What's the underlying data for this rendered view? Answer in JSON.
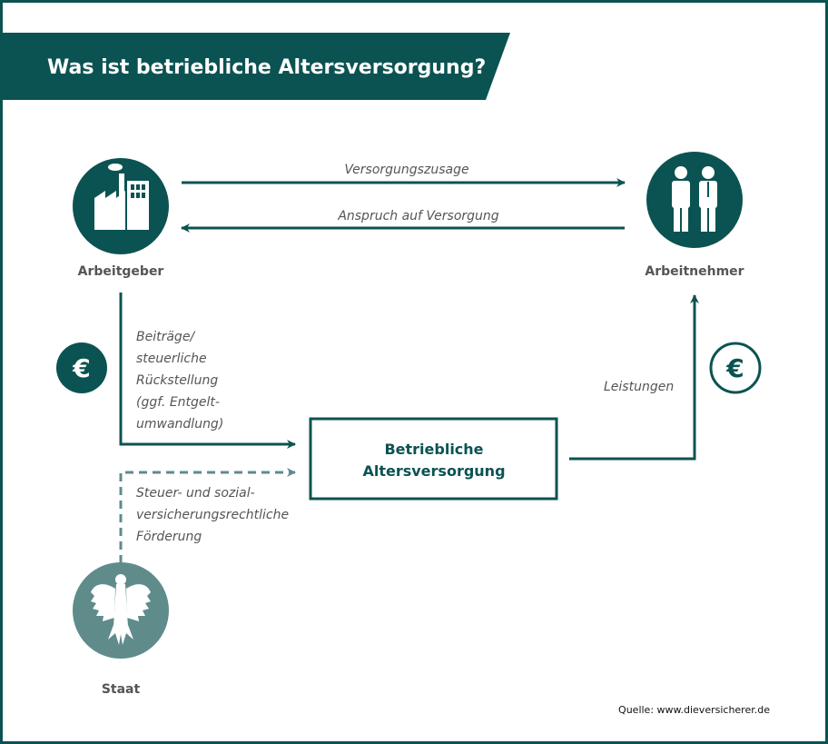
{
  "title": "Was ist betriebliche Altersversorgung?",
  "colors": {
    "primary": "#0b5352",
    "light": "#5f8b8b",
    "text": "#555555"
  },
  "nodes": {
    "employer": {
      "label": "Arbeitgeber",
      "icon": "factory-icon"
    },
    "employee": {
      "label": "Arbeitnehmer",
      "icon": "workers-icon"
    },
    "state": {
      "label": "Staat",
      "icon": "federal-eagle-icon"
    },
    "box": {
      "line1": "Betriebliche",
      "line2": "Altersversorgung"
    }
  },
  "arrows": {
    "commitment": "Versorgungszusage",
    "claim": "Anspruch auf Versorgung",
    "contributions": [
      "Beiträge/",
      "steuerliche",
      "Rückstellung",
      "(ggf. Entgelt-",
      "umwandlung)"
    ],
    "subsidy": [
      "Steuer- und sozial-",
      "versicherungsrechtliche",
      "Förderung"
    ],
    "benefits": "Leistungen"
  },
  "euro_symbol": "€",
  "source": "Quelle: www.dieversicherer.de"
}
